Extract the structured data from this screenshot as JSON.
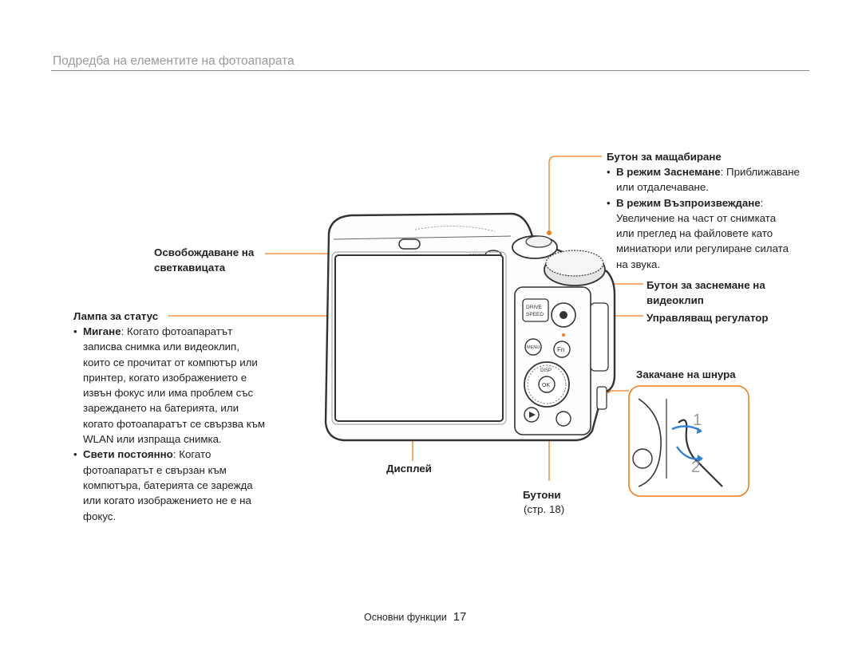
{
  "header": {
    "title": "Подредба на елементите на фотоапарата"
  },
  "labels": {
    "flash_release_1": "Освобождаване на",
    "flash_release_2": "светкавицата",
    "status_lamp": "Лампа за статус",
    "zoom_button": "Бутон за мащабиране",
    "video_button_1": "Бутон за заснемане на",
    "video_button_2": "видеоклип",
    "control_dial": "Управляващ регулатор",
    "strap_eyelet": "Закачане на шнура",
    "display": "Дисплей",
    "buttons": "Бутони",
    "buttons_page": "(стр. 18)"
  },
  "status_lamp_desc": {
    "blink_term": "Мигане",
    "blink_lines": [
      ": Когато фотоапаратът",
      "записва снимка или видеоклип,",
      "които се прочитат от компютър или",
      "принтер, когато изображението е",
      "извън фокус или има проблем със",
      "зареждането на батерията, или",
      "когато фотоапаратът се свързва към",
      "WLAN или изпраща снимка."
    ],
    "steady_term": "Свети постоянно",
    "steady_lines": [
      ": Когато",
      "фотоапаратът е свързан към",
      "компютъра, батерията се зарежда",
      "или когато изображението не е на",
      "фокус."
    ]
  },
  "zoom_desc": {
    "shoot_term": "В режим Заснемане",
    "shoot_lines": [
      ": Приближаване",
      "или отдалечаване."
    ],
    "play_term": "В режим Възпроизвеждане",
    "play_lines": [
      ":",
      "Увеличение на част от снимката",
      "или преглед на файловете като",
      "миниатюри или регулиране силата",
      "на звука."
    ]
  },
  "camera_marks": {
    "drive": "DRIVE",
    "speed": "SPEED",
    "menu": "MENU",
    "fn": "Fn",
    "disp": "DISP",
    "ok": "OK",
    "power": "POWER"
  },
  "strap_steps": {
    "step1": "1",
    "step2": "2"
  },
  "colors": {
    "accent": "#f07d1a",
    "blue_arrow": "#2f7fd6"
  },
  "footer": {
    "section": "Основни функции",
    "page": "17"
  }
}
